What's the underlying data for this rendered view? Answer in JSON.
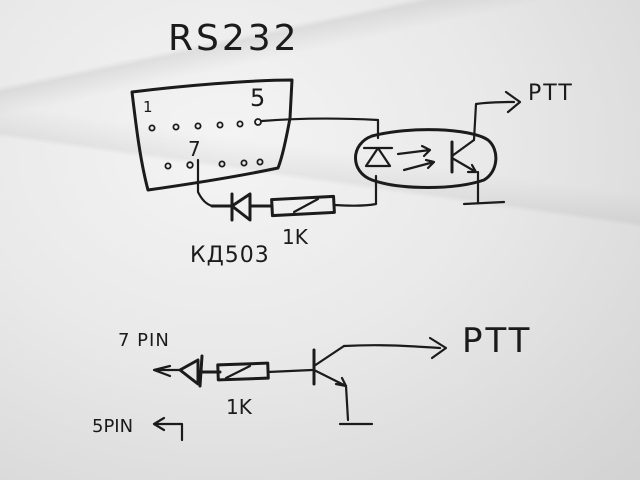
{
  "labels": {
    "title": "RS232",
    "pin1": "1",
    "pin5": "5",
    "pin7": "7",
    "ptt_top": "PTT",
    "diode_model": "КД503",
    "resistor_top": "1K",
    "pin7_label": "7 PIN",
    "ptt_bottom": "PTT",
    "resistor_bottom": "1K",
    "pin5_label": "5PIN"
  },
  "colors": {
    "ink": "#1b1b1b",
    "paper": "#ececec"
  }
}
